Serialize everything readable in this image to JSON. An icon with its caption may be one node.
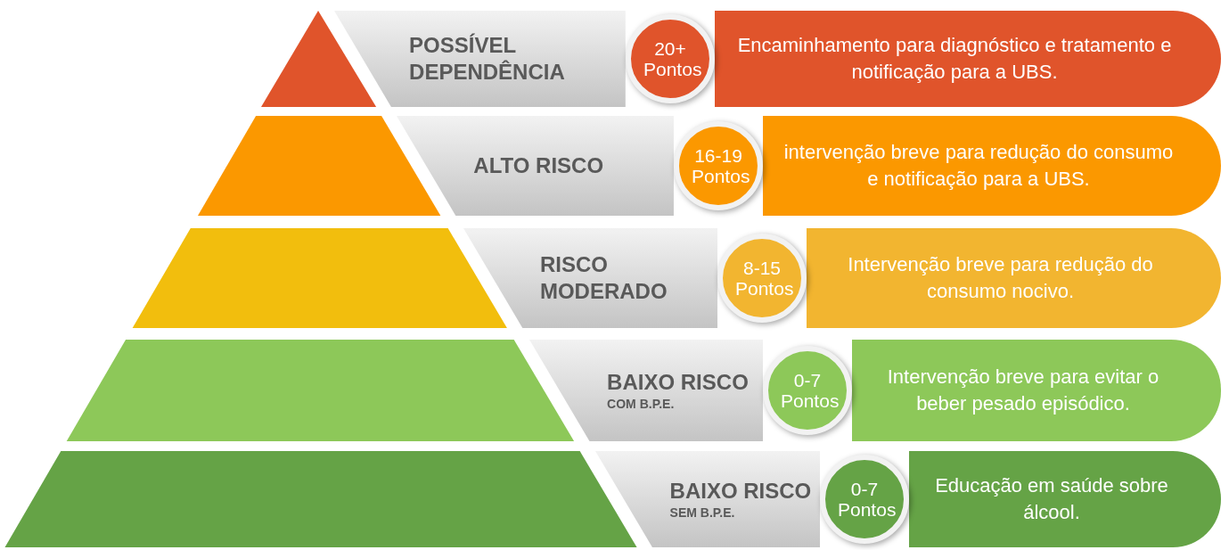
{
  "diagram": {
    "nodes": [
      {
        "text": [],
        "shape": "triangle"
      },
      {
        "text": [
          "POSSÍVEL DEPENDÊNCIA"
        ]
      },
      {
        "text": [
          "20+ Pontos"
        ]
      },
      {
        "text": [
          "Encaminhamento para diagnóstico e tratamento e notificação para a UBS."
        ]
      },
      {
        "text": [],
        "shape": "trapezoid"
      },
      {
        "text": [
          "ALTO RISCO"
        ]
      },
      {
        "text": [
          "16-19 Pontos"
        ]
      },
      {
        "text": [
          "intervenção breve para redução do consumo e notificação para a UBS."
        ]
      },
      {
        "text": [],
        "shape": "trapezoid"
      },
      {
        "text": [
          "RISCO MODERADO"
        ]
      },
      {
        "text": [
          "8-15 Pontos"
        ]
      },
      {
        "text": [
          "Intervenção breve para redução do consumo nocivo."
        ]
      },
      {
        "text": [],
        "shape": "trapezoid"
      },
      {
        "text": [
          "BAIXO RISCO",
          "COM B.P.E."
        ]
      },
      {
        "text": [
          "0-7 Pontos"
        ]
      },
      {
        "text": [
          "Intervenção breve para evitar o beber pesado episódico."
        ]
      },
      {
        "text": [],
        "shape": "trapezoid"
      },
      {
        "text": [
          "BAIXO RISCO",
          "SEM B.P.E."
        ]
      },
      {
        "text": [
          "0-7 Pontos"
        ]
      },
      {
        "text": [
          "Educação em saúde sobre álcool."
        ]
      }
    ]
  }
}
